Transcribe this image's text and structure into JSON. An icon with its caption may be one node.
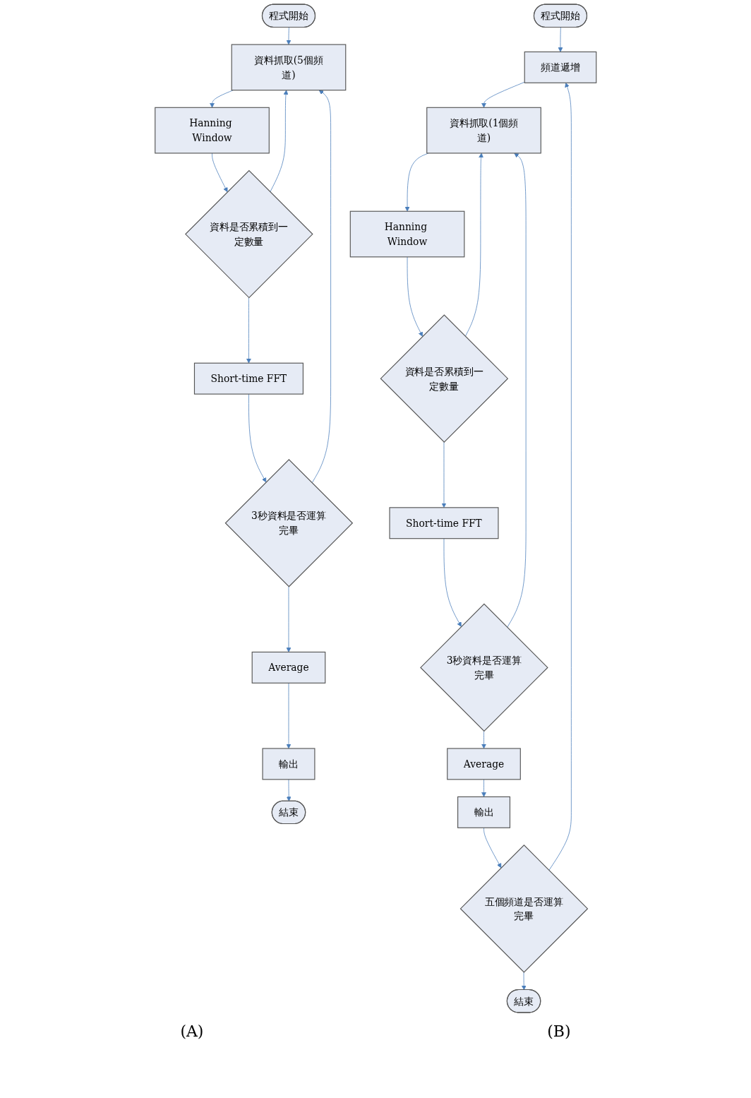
{
  "diagram": {
    "nodes": [
      {
        "text": [
          "程式開始"
        ]
      },
      {
        "text": [
          "資料抓取(5個頻道)"
        ]
      },
      {
        "text": [
          "Hanning Window"
        ]
      },
      {
        "text": [
          "資料是否累積到一定數量"
        ]
      },
      {
        "text": [
          "Short-time FFT"
        ]
      },
      {
        "text": [
          "3秒資料是否運算完畢"
        ]
      },
      {
        "text": [
          "Average"
        ]
      },
      {
        "text": [
          "輸出"
        ]
      },
      {
        "text": [
          "結束"
        ]
      },
      {
        "text": [
          "程式開始"
        ]
      },
      {
        "text": [
          "頻道遞增"
        ]
      },
      {
        "text": [
          "資料抓取(1個頻道)"
        ]
      },
      {
        "text": [
          "Hanning Window"
        ]
      },
      {
        "text": [
          "資料是否累積到一定數量"
        ]
      },
      {
        "text": [
          "Short-time FFT"
        ]
      },
      {
        "text": [
          "3秒資料是否運算完畢"
        ]
      },
      {
        "text": [
          "Average"
        ]
      },
      {
        "text": [
          "輸出"
        ]
      },
      {
        "text": [
          "五個頻道是否運算完畢"
        ]
      },
      {
        "text": [
          "結束"
        ]
      }
    ],
    "edges": [
      {
        "from": 0,
        "to": 1,
        "arrow": "to"
      },
      {
        "from": 1,
        "to": 2,
        "arrow": "to"
      },
      {
        "from": 2,
        "to": 3,
        "arrow": "to"
      },
      {
        "from": 3,
        "to": 4,
        "arrow": "to"
      },
      {
        "from": 3,
        "to": 1,
        "arrow": "to"
      },
      {
        "from": 4,
        "to": 5,
        "arrow": "to"
      },
      {
        "from": 5,
        "to": 6,
        "arrow": "to"
      },
      {
        "from": 5,
        "to": 1,
        "arrow": "to"
      },
      {
        "from": 6,
        "to": 7,
        "arrow": "to"
      },
      {
        "from": 7,
        "to": 8,
        "arrow": "to"
      },
      {
        "from": 9,
        "to": 10,
        "arrow": "to"
      },
      {
        "from": 10,
        "to": 11,
        "arrow": "to"
      },
      {
        "from": 11,
        "to": 12,
        "arrow": "to"
      },
      {
        "from": 12,
        "to": 13,
        "arrow": "to"
      },
      {
        "from": 13,
        "to": 14,
        "arrow": "to"
      },
      {
        "from": 13,
        "to": 11,
        "arrow": "to"
      },
      {
        "from": 14,
        "to": 15,
        "arrow": "to"
      },
      {
        "from": 15,
        "to": 16,
        "arrow": "to"
      },
      {
        "from": 15,
        "to": 11,
        "arrow": "to"
      },
      {
        "from": 16,
        "to": 17,
        "arrow": "to"
      },
      {
        "from": 17,
        "to": 18,
        "arrow": "to"
      },
      {
        "from": 18,
        "to": 19,
        "arrow": "to"
      },
      {
        "from": 18,
        "to": 10,
        "arrow": "to"
      }
    ],
    "labels": [
      "(A)",
      "(B)"
    ]
  }
}
